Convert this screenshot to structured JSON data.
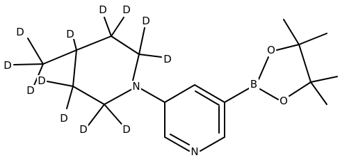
{
  "molecule": {
    "atoms": {
      "d_c4": "D",
      "d_c3a_left": "D",
      "d_c3a_right": "D",
      "d_c2a_left": "D",
      "d_c2a_right": "D",
      "d_methyl_top": "D",
      "d_methyl_left": "D",
      "d_methyl_bottom": "D",
      "d_c3b_left": "D",
      "d_c3b_bottom": "D",
      "d_c2b_left": "D",
      "d_c2b_right": "D",
      "n_piperidine": "N",
      "n_pyridine": "N",
      "b_boron": "B",
      "o_upper": "O",
      "o_lower": "O"
    }
  }
}
